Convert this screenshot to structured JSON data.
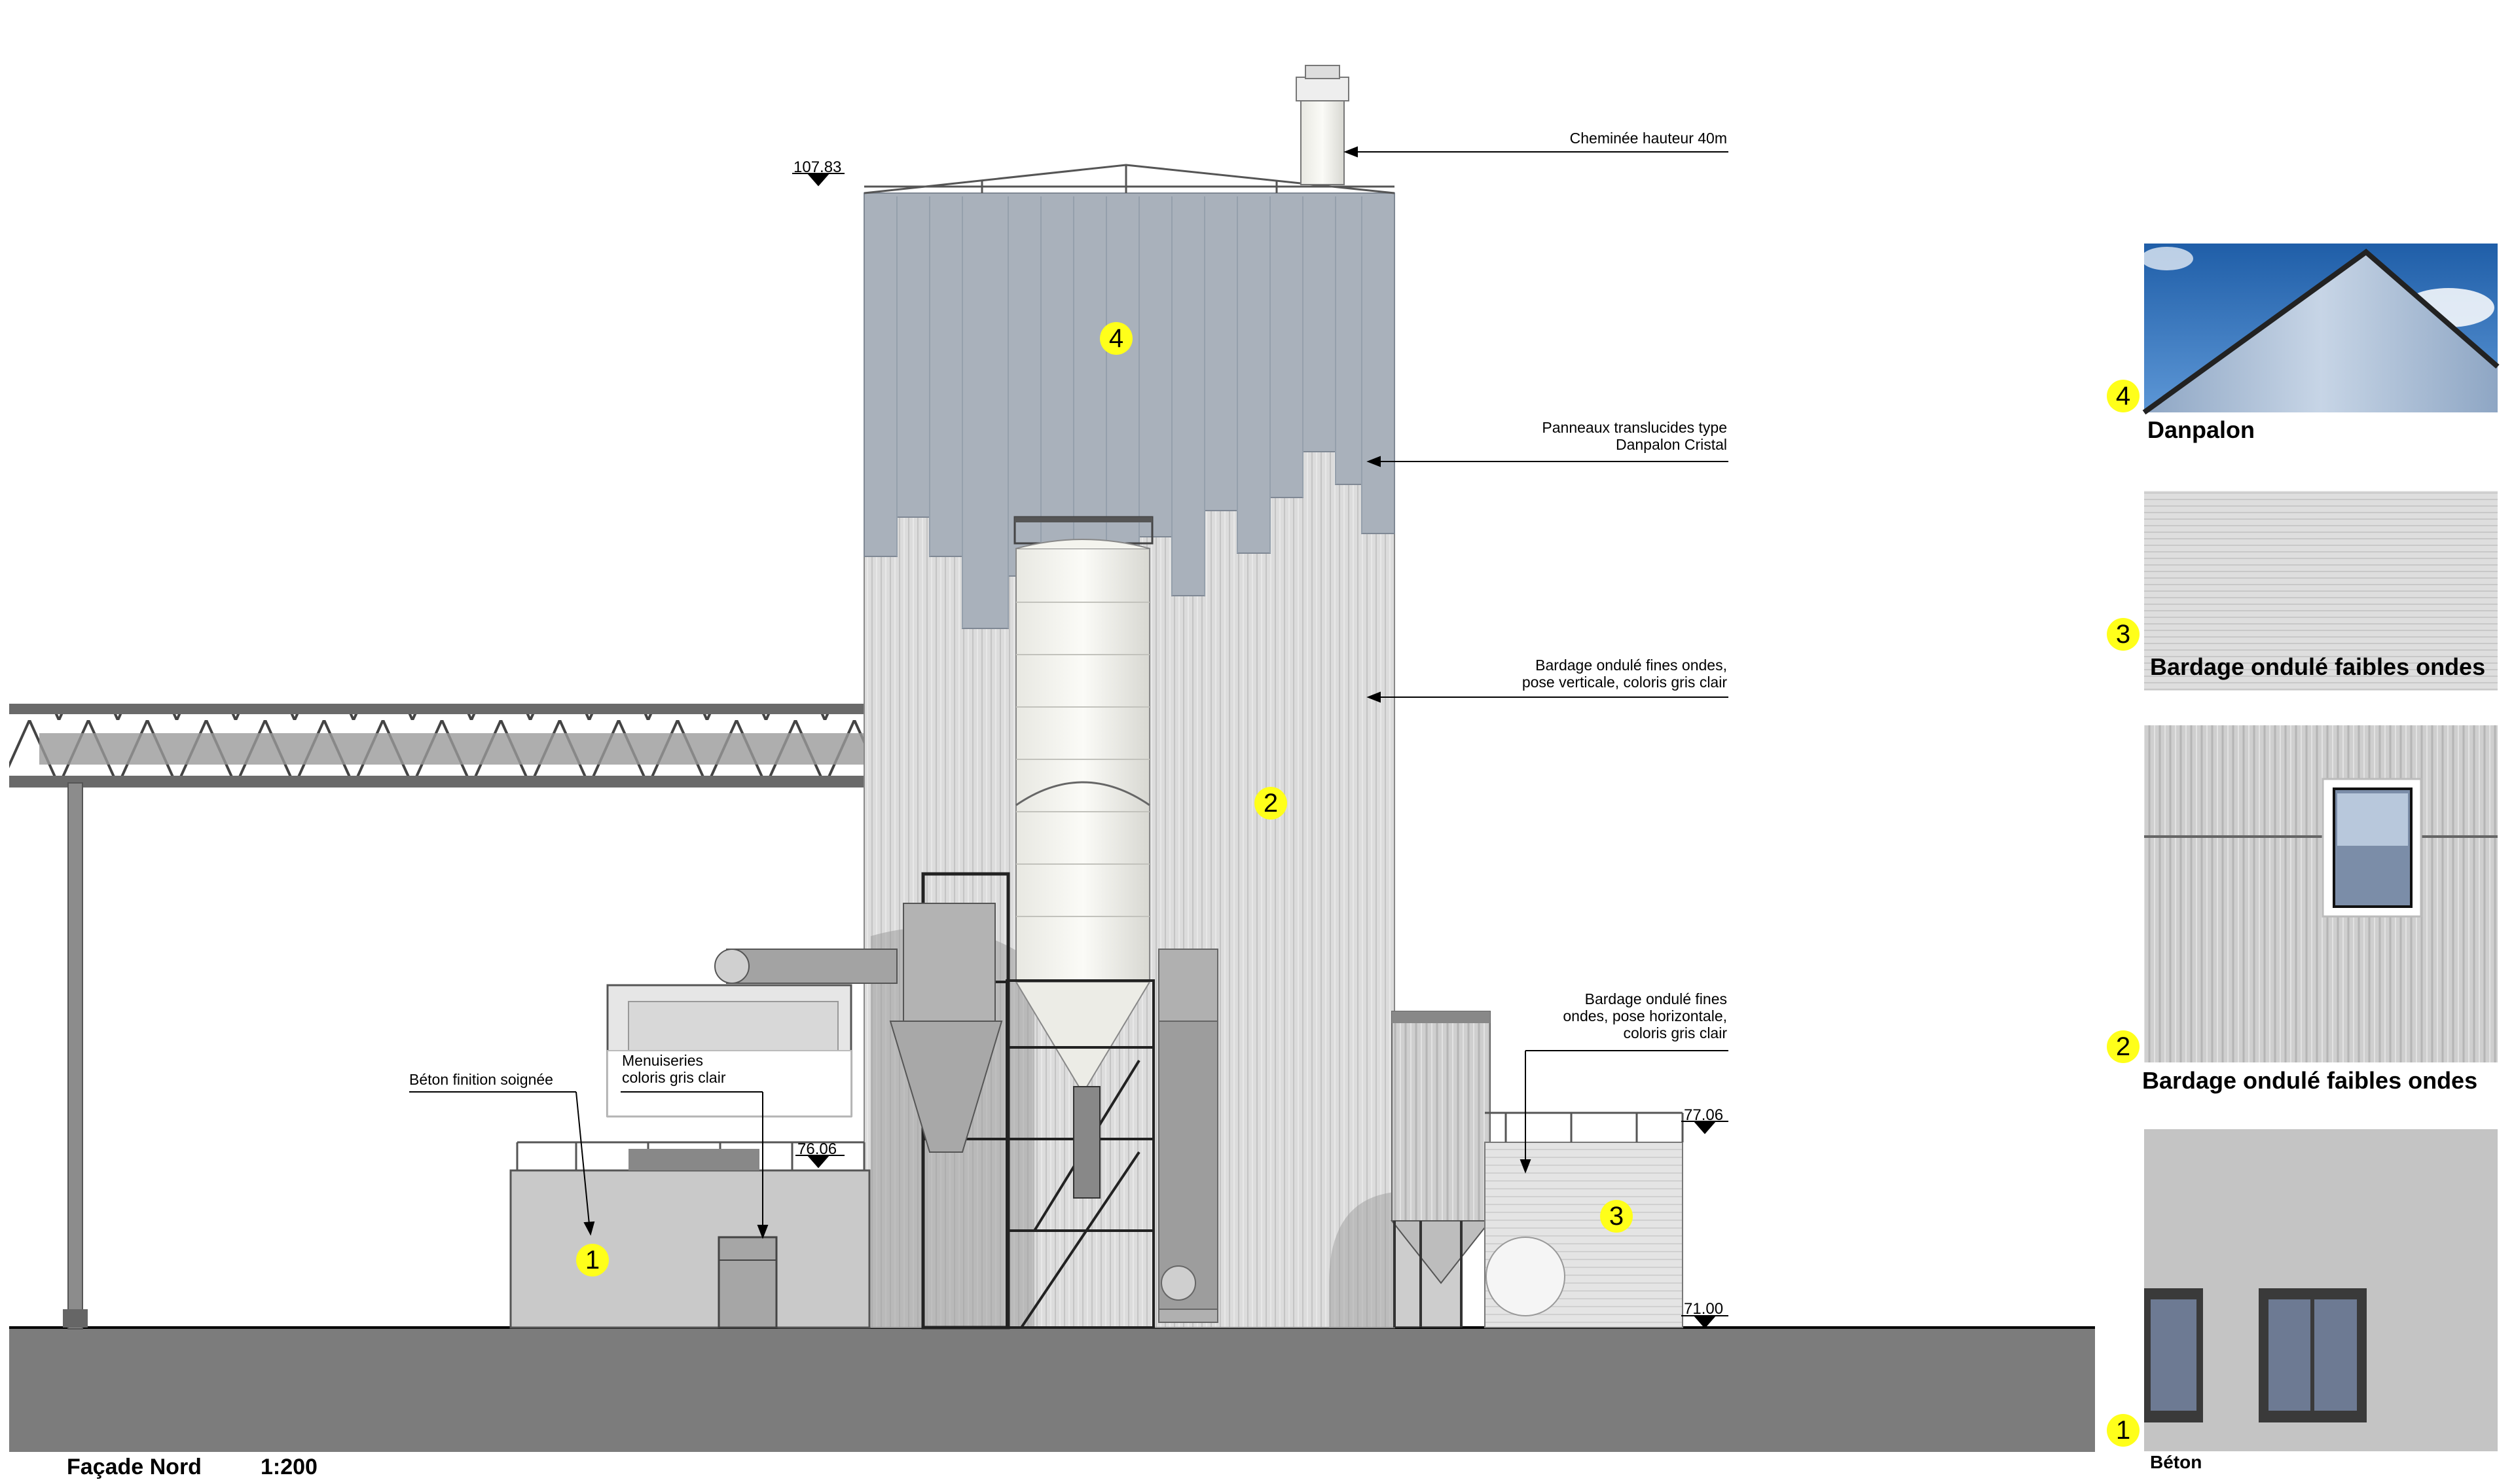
{
  "drawing": {
    "title": "Façade Nord",
    "scale": "1:200",
    "levels": {
      "top": "107.83",
      "terrace_left": "76.06",
      "terrace_right": "77.06",
      "ground": "71.00"
    },
    "zones": {
      "z1": "1",
      "z2": "2",
      "z3": "3",
      "z4": "4"
    },
    "annotations": {
      "chimney": "Cheminée hauteur 40m",
      "translucent_1": "Panneaux translucides type",
      "translucent_2": "Danpalon Cristal",
      "vertical_1": "Bardage ondulé fines ondes,",
      "vertical_2": "pose verticale, coloris gris clair",
      "horizontal_1": "Bardage ondulé fines",
      "horizontal_2": "ondes, pose horizontale,",
      "horizontal_3": "coloris gris clair",
      "concrete": "Béton finition soignée",
      "joinery_1": "Menuiseries",
      "joinery_2": "coloris gris clair"
    }
  },
  "legend": [
    {
      "number": "4",
      "caption": "Danpalon"
    },
    {
      "number": "3",
      "caption": "Bardage ondulé faibles ondes"
    },
    {
      "number": "2",
      "caption": "Bardage ondulé faibles ondes"
    },
    {
      "number": "1",
      "caption": "Béton"
    }
  ],
  "colors": {
    "marker": "#ffff1a",
    "ground": "#7c7c7c",
    "danpalon": "#a9b1bb",
    "cladding": "#d9d9d9",
    "concrete": "#c9c9c9"
  }
}
